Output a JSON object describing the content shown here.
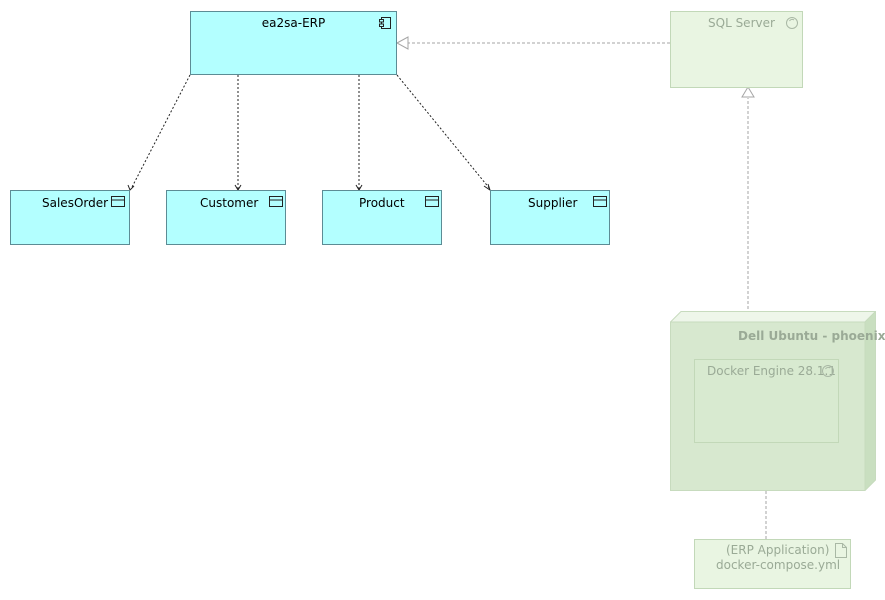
{
  "diagram": {
    "component": {
      "label": "ea2sa-ERP"
    },
    "classes": [
      {
        "id": "salesorder",
        "label": "SalesOrder"
      },
      {
        "id": "customer",
        "label": "Customer"
      },
      {
        "id": "product",
        "label": "Product"
      },
      {
        "id": "supplier",
        "label": "Supplier"
      }
    ],
    "sql_server": {
      "label": "SQL Server"
    },
    "node": {
      "label": "Dell Ubuntu  - phoenix"
    },
    "docker_engine": {
      "label": "Docker Engine  28.1.1"
    },
    "artifact": {
      "stereotype": "(ERP Application)",
      "label": "docker-compose.yml"
    }
  }
}
